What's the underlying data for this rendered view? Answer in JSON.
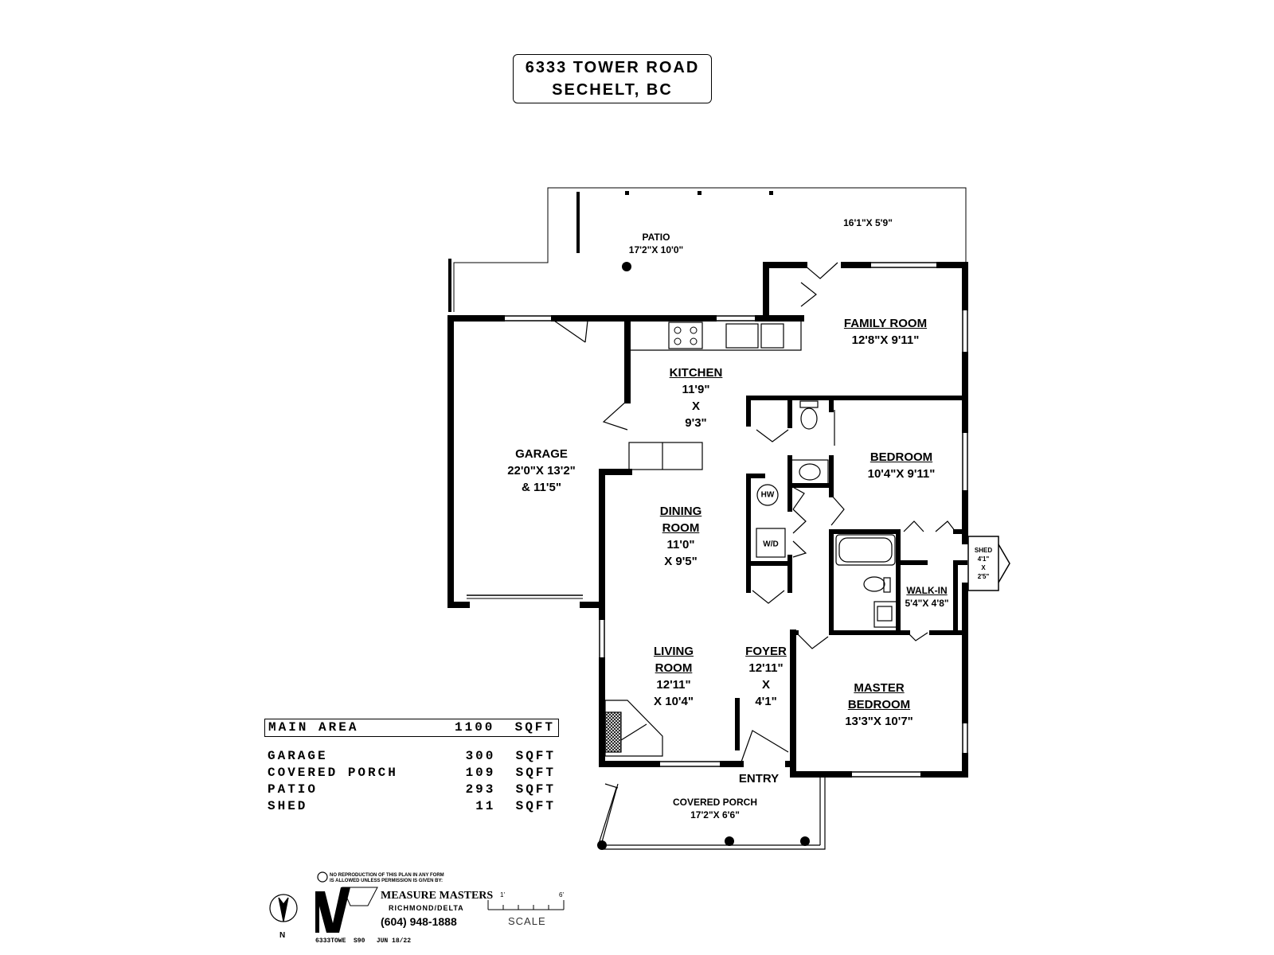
{
  "header": {
    "address_line1": "6333 TOWER ROAD",
    "address_line2": "SECHELT, BC"
  },
  "rooms": {
    "patio": {
      "name": "PATIO",
      "dims": "17'2\"X 10'0\"",
      "extra_dims": "16'1\"X 5'9\""
    },
    "family_room": {
      "name": "FAMILY ROOM",
      "dims": "12'8\"X 9'11\""
    },
    "kitchen": {
      "name": "KITCHEN",
      "dims_line1": "11'9\"",
      "dims_line2": "X",
      "dims_line3": "9'3\""
    },
    "garage": {
      "name": "GARAGE",
      "dims_line1": "22'0\"X 13'2\"",
      "dims_line2": "& 11'5\""
    },
    "bedroom": {
      "name": "BEDROOM",
      "dims": "10'4\"X 9'11\""
    },
    "dining_room": {
      "name_line1": "DINING",
      "name_line2": "ROOM",
      "dims_line1": "11'0\"",
      "dims_line2": "X 9'5\""
    },
    "shed": {
      "name": "SHED",
      "dims_line1": "4'1\"",
      "dims_line2": "X",
      "dims_line3": "2'5\""
    },
    "walk_in": {
      "name": "WALK-IN",
      "dims": "5'4\"X 4'8\""
    },
    "living_room": {
      "name_line1": "LIVING",
      "name_line2": "ROOM",
      "dims_line1": "12'11\"",
      "dims_line2": "X 10'4\""
    },
    "foyer": {
      "name": "FOYER",
      "dims_line1": "12'11\"",
      "dims_line2": "X",
      "dims_line3": "4'1\""
    },
    "master_bedroom": {
      "name_line1": "MASTER",
      "name_line2": "BEDROOM",
      "dims": "13'3\"X 10'7\""
    },
    "entry": {
      "name": "ENTRY"
    },
    "covered_porch": {
      "name": "COVERED PORCH",
      "dims": "17'2\"X 6'6\""
    }
  },
  "fixtures": {
    "hw": "HW",
    "wd": "W/D"
  },
  "areas": [
    {
      "label": "MAIN AREA",
      "value": "1100",
      "unit": "SQFT"
    },
    {
      "label": "GARAGE",
      "value": "300",
      "unit": "SQFT"
    },
    {
      "label": "COVERED PORCH",
      "value": "109",
      "unit": "SQFT"
    },
    {
      "label": "PATIO",
      "value": "293",
      "unit": "SQFT"
    },
    {
      "label": "SHED",
      "value": "11",
      "unit": "SQFT"
    }
  ],
  "footer": {
    "copyright_line1": "NO REPRODUCTION OF THIS PLAN IN ANY FORM",
    "copyright_line2": "IS ALLOWED UNLESS PERMISSION IS GIVEN BY:",
    "company": "MEASURE MASTERS",
    "company_location": "RICHMOND/DELTA",
    "phone": "(604) 948-1888",
    "file_code": "6333TOWE  S90   JUN 18/22",
    "north": "N",
    "scale_start": "1'",
    "scale_end": "6'",
    "scale_label": "SCALE"
  }
}
